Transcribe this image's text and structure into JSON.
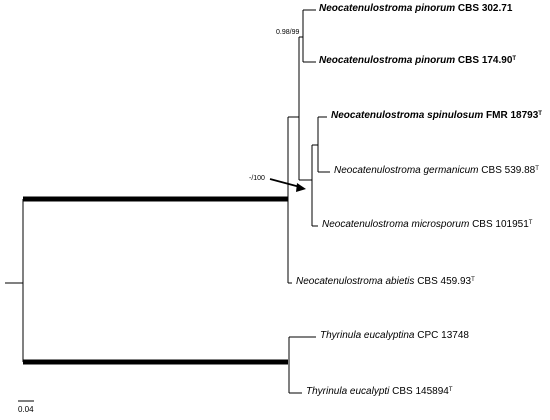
{
  "taxa": [
    {
      "species": "Neocatenulostroma pinorum",
      "strain": "CBS 302.71",
      "type": "",
      "bold": true
    },
    {
      "species": "Neocatenulostroma pinorum",
      "strain": "CBS 174.90",
      "type": "T",
      "bold": true
    },
    {
      "species": "Neocatenulostroma spinulosum",
      "strain": "FMR 18793",
      "type": "T",
      "bold": true
    },
    {
      "species": "Neocatenulostroma germanicum",
      "strain": "CBS 539.88",
      "type": "T",
      "bold": false
    },
    {
      "species": "Neocatenulostroma microsporum",
      "strain": "CBS 101951",
      "type": "T",
      "bold": false
    },
    {
      "species": "Neocatenulostroma abietis",
      "strain": "CBS 459.93",
      "type": "T",
      "bold": false
    },
    {
      "species": "Thyrinula eucalyptina",
      "strain": "CPC 13748",
      "type": "",
      "bold": false
    },
    {
      "species": "Thyrinula eucalypti",
      "strain": "CBS 145894",
      "type": "T",
      "bold": false
    }
  ],
  "support_values": {
    "pinorum_node": "0.98/99",
    "germanicum_node": "-/100"
  },
  "scale_bar": {
    "label": "0.04",
    "value": 0.04
  }
}
